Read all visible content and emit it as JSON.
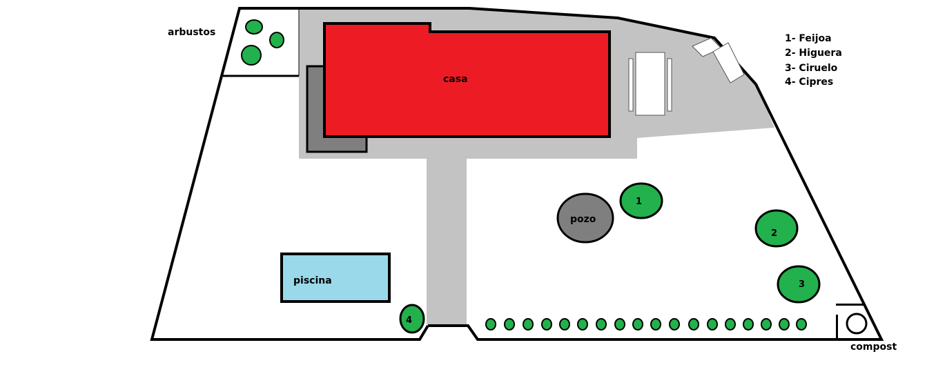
{
  "labels": {
    "house": "casa",
    "pool": "piscina",
    "well": "pozo",
    "shrubs": "arbustos",
    "compost": "compost"
  },
  "legend": [
    "1- Feijoa",
    "2- Higuera",
    "3- Ciruelo",
    "4- Cipres"
  ],
  "trees": [
    "1",
    "2",
    "3",
    "4"
  ],
  "colors": {
    "house": "#ed1c24",
    "pool": "#99d9ea",
    "paving": "#c3c3c3",
    "well": "#7f7f7f",
    "side_building": "#7f7f7f",
    "tree": "#22b14c",
    "outline": "#000000",
    "background": "#ffffff"
  }
}
